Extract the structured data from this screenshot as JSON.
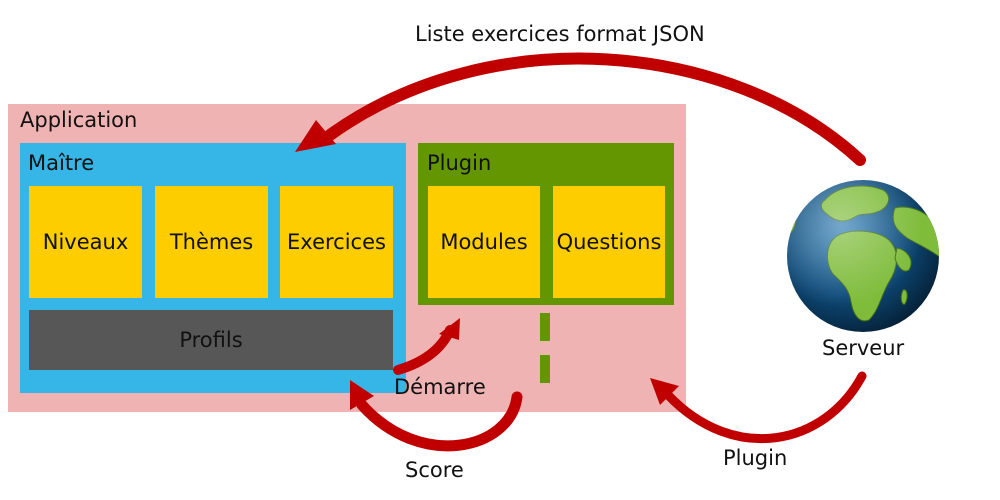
{
  "application": {
    "title": "Application"
  },
  "maitre": {
    "title": "Maître",
    "modules": [
      "Niveaux",
      "Thèmes",
      "Exercices"
    ],
    "profils": "Profils"
  },
  "plugin": {
    "title": "Plugin",
    "modules": [
      "Modules",
      "Questions"
    ]
  },
  "server": {
    "label": "Serveur",
    "icon": "globe-icon"
  },
  "arrows": {
    "top_label": "Liste exercices format JSON",
    "demarre_label": "Démarre",
    "score_label": "Score",
    "plugin_label": "Plugin"
  },
  "colors": {
    "application": "#f0b3b3",
    "maitre": "#35b6e6",
    "plugin": "#639600",
    "tile": "#fdcd00",
    "profils": "#575757",
    "arrow": "#c00000"
  }
}
